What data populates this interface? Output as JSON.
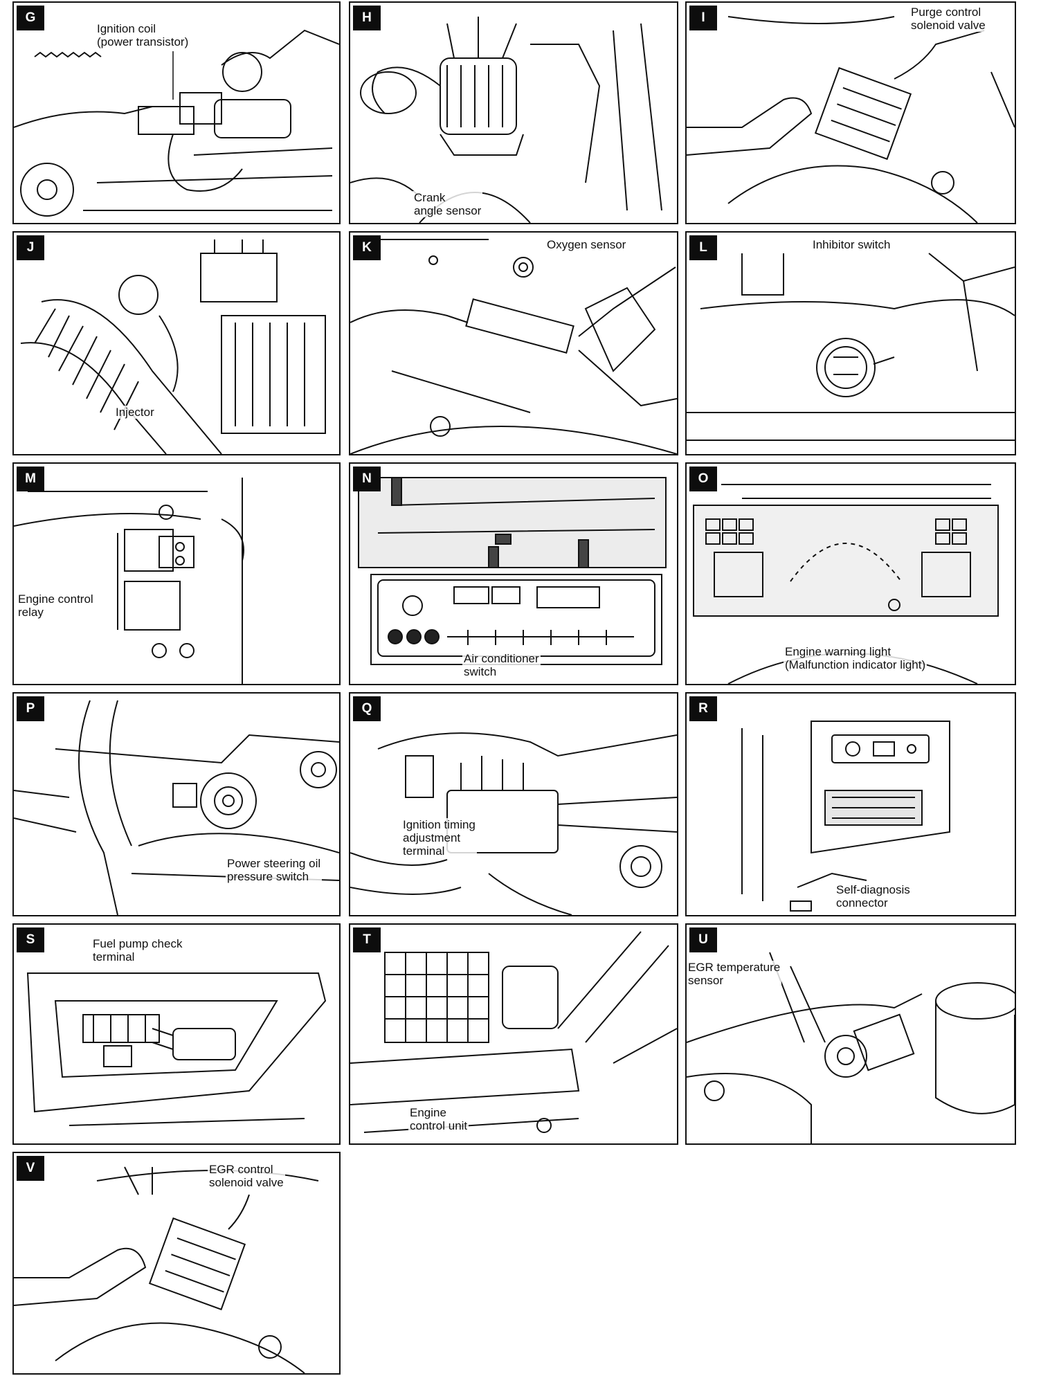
{
  "panels": [
    {
      "letter": "G",
      "label": [
        "Ignition coil",
        "(power transistor)"
      ]
    },
    {
      "letter": "H",
      "label": [
        "Crank",
        "angle sensor"
      ]
    },
    {
      "letter": "I",
      "label": [
        "Purge control",
        "solenoid valve"
      ]
    },
    {
      "letter": "J",
      "label": [
        "Injector"
      ]
    },
    {
      "letter": "K",
      "label": [
        "Oxygen sensor"
      ]
    },
    {
      "letter": "L",
      "label": [
        "Inhibitor switch"
      ]
    },
    {
      "letter": "M",
      "label": [
        "Engine control",
        "relay"
      ]
    },
    {
      "letter": "N",
      "label": [
        "Air conditioner",
        "switch"
      ]
    },
    {
      "letter": "O",
      "label": [
        "Engine warning light",
        "(Malfunction indicator light)"
      ]
    },
    {
      "letter": "P",
      "label": [
        "Power steering oil",
        "pressure switch"
      ]
    },
    {
      "letter": "Q",
      "label": [
        "Ignition timing",
        "adjustment",
        "terminal"
      ]
    },
    {
      "letter": "R",
      "label": [
        "Self-diagnosis",
        "connector"
      ]
    },
    {
      "letter": "S",
      "label": [
        "Fuel pump check",
        "terminal"
      ]
    },
    {
      "letter": "T",
      "label": [
        "Engine",
        "control unit"
      ]
    },
    {
      "letter": "U",
      "label": [
        "EGR temperature",
        "sensor"
      ]
    },
    {
      "letter": "V",
      "label": [
        "EGR control",
        "solenoid valve"
      ]
    }
  ],
  "colors": {
    "ink": "#111111",
    "paper": "#ffffff",
    "badge": "#0d0d0d"
  }
}
